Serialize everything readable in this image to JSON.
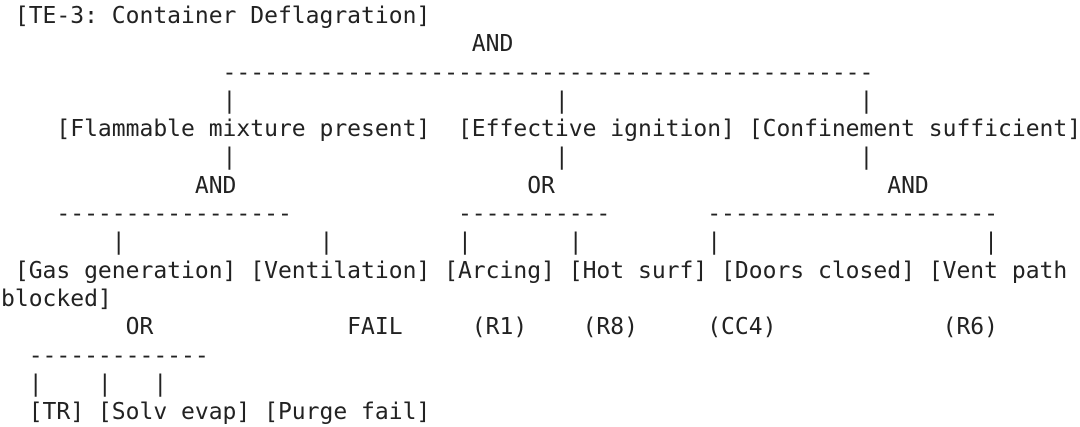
{
  "page": {
    "background_color": "#ffffff",
    "text_color": "#222222"
  },
  "tree": {
    "lines": [
      " [TE-3: Container Deflagration]",
      "                                  AND",
      "                -----------------------------------------------",
      "                |                       |                     |",
      "    [Flammable mixture present]  [Effective ignition] [Confinement sufficient]",
      "                |                       |                     |",
      "              AND                     OR                        AND",
      "    -----------------            -----------       ---------------------",
      "        |              |         |       |         |                   |",
      " [Gas generation] [Ventilation] [Arcing] [Hot surf] [Doors closed] [Vent path",
      "blocked]",
      "         OR              FAIL     (R1)    (R8)     (CC4)            (R6)",
      "  -------------",
      "  |    |   |",
      "  [TR] [Solv evap] [Purge fail]"
    ]
  },
  "fault_tree": {
    "top_event": "TE-3: Container Deflagration",
    "top_gate": "AND",
    "branches": [
      {
        "label": "Flammable mixture present",
        "gate": "AND",
        "children": [
          {
            "label": "Gas generation",
            "gate": "OR",
            "children": [
              {
                "label": "TR"
              },
              {
                "label": "Solv evap"
              },
              {
                "label": "Purge fail"
              }
            ]
          },
          {
            "label": "Ventilation",
            "ref": "FAIL"
          }
        ]
      },
      {
        "label": "Effective ignition",
        "gate": "OR",
        "children": [
          {
            "label": "Arcing",
            "ref": "R1"
          },
          {
            "label": "Hot surf",
            "ref": "R8"
          }
        ]
      },
      {
        "label": "Confinement sufficient",
        "gate": "AND",
        "children": [
          {
            "label": "Doors closed",
            "ref": "CC4"
          },
          {
            "label": "Vent path blocked",
            "ref": "R6"
          }
        ]
      }
    ]
  }
}
